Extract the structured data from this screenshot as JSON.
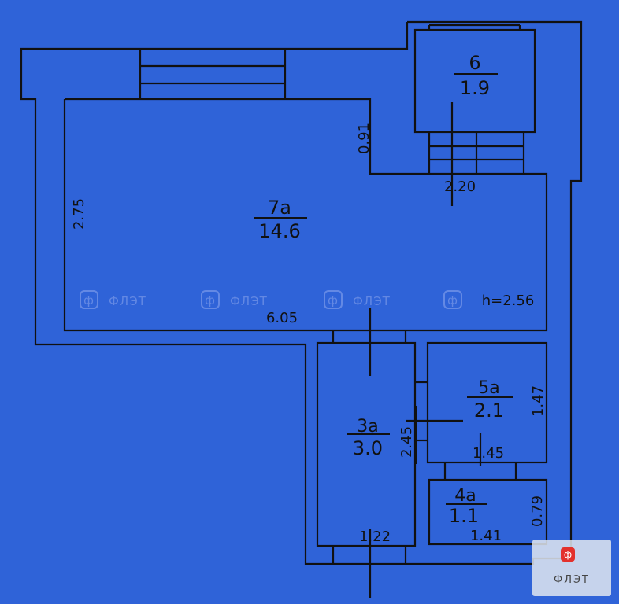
{
  "rooms": {
    "r6": {
      "number": "6",
      "area": "1.9"
    },
    "r7a": {
      "number": "7а",
      "area": "14.6"
    },
    "r5a": {
      "number": "5а",
      "area": "2.1"
    },
    "r3a": {
      "number": "3а",
      "area": "3.0"
    },
    "r4a": {
      "number": "4а",
      "area": "1.1"
    }
  },
  "dimensions": {
    "d091": "0.91",
    "d220": "2.20",
    "d275": "2.75",
    "d605": "6.05",
    "height": "h=2.56",
    "d147": "1.47",
    "d245": "2.45",
    "d145": "1.45",
    "d079": "0.79",
    "d141": "1.41",
    "d122": "1.22"
  },
  "watermark": {
    "text": "ФЛЭТ",
    "glyph": "ф"
  },
  "logo": {
    "glyph": "ф",
    "text": "ФЛЭТ"
  },
  "colors": {
    "background": "#2f63d8",
    "lines": "#111111",
    "logo_accent": "#e3312d"
  }
}
